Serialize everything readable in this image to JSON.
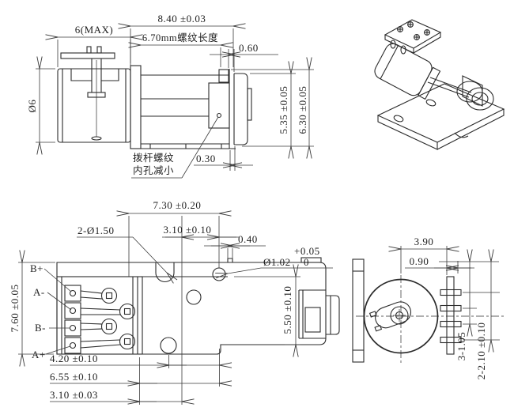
{
  "drawing": {
    "kind": "engineering-cad-drawing",
    "background": "#ffffff",
    "line_color": "#2b2b2b",
    "dim_color": "#3a3a3a",
    "text_color": "#1f1f1f"
  },
  "side_view": {
    "dim_width_max": "6(MAX)",
    "dim_total_length": "8.40 ±0.03",
    "dim_thread_length": "6.70mm螺纹长度",
    "dim_diameter": "Ø6",
    "dim_gap_top": "0.60",
    "dim_height_inner": "5.35 ±0.05",
    "dim_height_outer": "6.30 ±0.05",
    "dim_gap_bottom": "0.30",
    "note_line1": "拨杆螺纹",
    "note_line2": "内孔减小"
  },
  "plan_view": {
    "dim_length_total": "7.30 ±0.20",
    "dim_holes": "2-Ø1.50",
    "dim_hole_offset": "3.10 ±0.10",
    "dim_step": "0.40",
    "dim_small_hole": "Ø1.02",
    "dim_small_hole_tol_upper": "+0.05",
    "dim_small_hole_tol_lower": "0",
    "dim_body_width": "5.50 ±0.10",
    "dim_overall_width": "7.60 ±0.05",
    "dim_bottom_1": "4.20 ±0.10",
    "dim_bottom_2": "6.55 ±0.10",
    "dim_bottom_3": "3.10 ±0.03",
    "terminals": [
      {
        "label": "B+"
      },
      {
        "label": "A-"
      },
      {
        "label": "B-"
      },
      {
        "label": "A+"
      }
    ]
  },
  "end_view": {
    "dim_center_offset": "3.90",
    "dim_pin_offset": "0.90",
    "dim_pin_pitch": "3-1.05",
    "dim_pin_span": "2-2.10 ±0.10"
  }
}
